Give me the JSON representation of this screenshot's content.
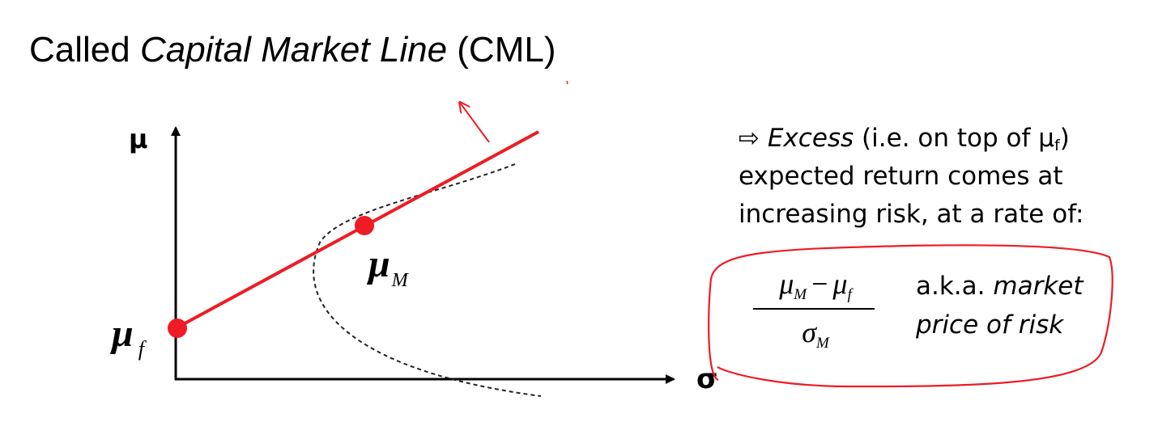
{
  "title": {
    "prefix": "Called ",
    "emphasis": "Capital Market Line",
    "suffix": " (CML)"
  },
  "diagram": {
    "y_axis_label": "μ",
    "x_axis_label": "σ",
    "point_f": {
      "symbol": "μ",
      "subscript": "f"
    },
    "point_m": {
      "symbol": "μ",
      "subscript": "M"
    }
  },
  "note": {
    "arrow": "⇨",
    "lead_italic": "Excess",
    "lead_rest": " (i.e. on top of μ",
    "lead_sub": "f",
    "lead_close": ")",
    "line2": "expected return comes at",
    "line3": "increasing risk, at a rate of:"
  },
  "formula": {
    "num_a": "μ",
    "num_a_sub": "M",
    "num_op": "−",
    "num_b": "μ",
    "num_b_sub": "f",
    "den": "σ",
    "den_sub": "M"
  },
  "aka": {
    "prefix": "a.k.a. ",
    "italic_1": "market",
    "italic_2": "price of risk"
  },
  "colors": {
    "cml": "#ee1c25",
    "ink": "#000000",
    "frontier": "#222222"
  }
}
